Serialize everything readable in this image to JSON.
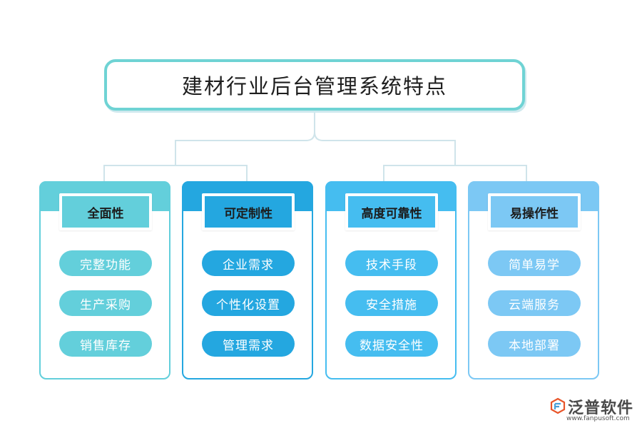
{
  "title": "建材行业后台管理系统特点",
  "colors": {
    "title_border": "#6fd3d4",
    "connector": "#cfe4ea",
    "card1": "#63cfdb",
    "card2": "#24a7e0",
    "card3": "#45bdf0",
    "card4": "#7cc8f4"
  },
  "categories": [
    {
      "name": "全面性",
      "items": [
        "完整功能",
        "生产采购",
        "销售库存"
      ]
    },
    {
      "name": "可定制性",
      "items": [
        "企业需求",
        "个性化设置",
        "管理需求"
      ]
    },
    {
      "name": "高度可靠性",
      "items": [
        "技术手段",
        "安全措施",
        "数据安全性"
      ]
    },
    {
      "name": "易操作性",
      "items": [
        "简单易学",
        "云端服务",
        "本地部署"
      ]
    }
  ],
  "logo": {
    "name": "泛普软件",
    "url": "www.fanpusoft.com",
    "icon": "fanpu-logo-icon"
  }
}
